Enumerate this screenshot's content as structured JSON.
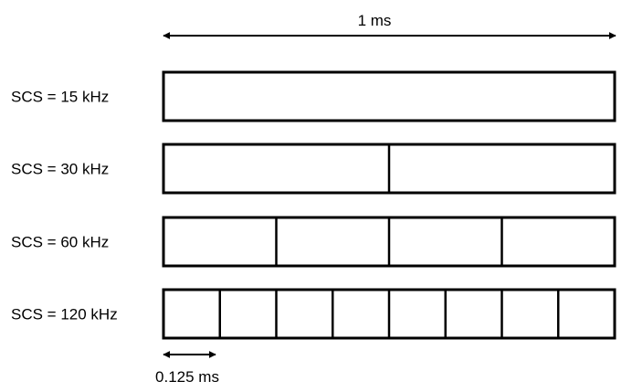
{
  "top_span": {
    "label": "1 ms"
  },
  "rows": [
    {
      "label": "SCS = 15 kHz",
      "slots": 1
    },
    {
      "label": "SCS = 30 kHz",
      "slots": 2
    },
    {
      "label": "SCS = 60 kHz",
      "slots": 4
    },
    {
      "label": "SCS = 120 kHz",
      "slots": 8
    }
  ],
  "bottom_span": {
    "label": "0.125 ms"
  },
  "colors": {
    "stroke": "#000000",
    "fill": "#ffffff"
  }
}
